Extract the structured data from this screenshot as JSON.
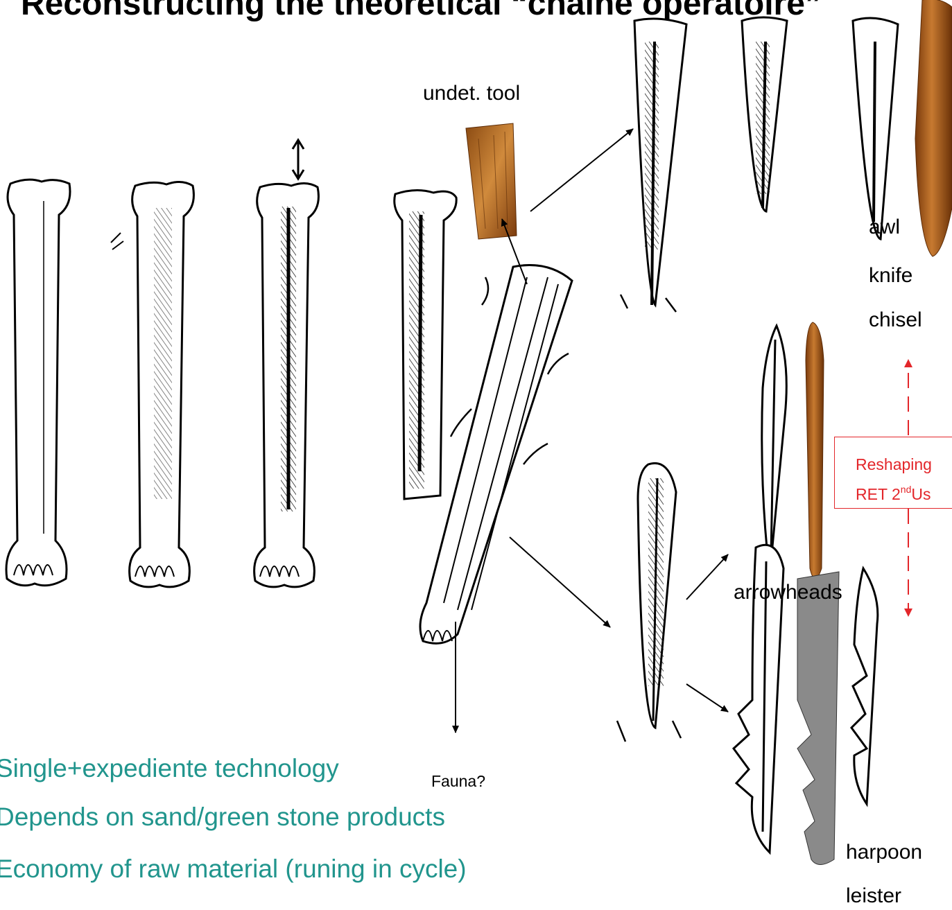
{
  "title": "Reconstructing the theoretical “chaîne opératoire”",
  "labels": {
    "undet_tool": "undet. tool",
    "awl": "awl",
    "knife": "knife",
    "chisel": "chisel",
    "arrowheads": "arrowheads",
    "harpoon": "harpoon",
    "leister": "leister",
    "fauna": "Fauna?"
  },
  "red_box": {
    "line1": "Reshaping",
    "line2_prefix": "RET 2",
    "line2_sup": "nd",
    "line2_suffix": "Us"
  },
  "bullets": [
    "Single+expediente technology",
    "Depends on sand/green stone products",
    "Economy of raw material (runing in cycle)"
  ],
  "colors": {
    "bullet_text": "#21958d",
    "reshaping": "#e3262a",
    "bone_tool_photo": "#b8661c",
    "harpoon_render": "#8a8a8a"
  }
}
